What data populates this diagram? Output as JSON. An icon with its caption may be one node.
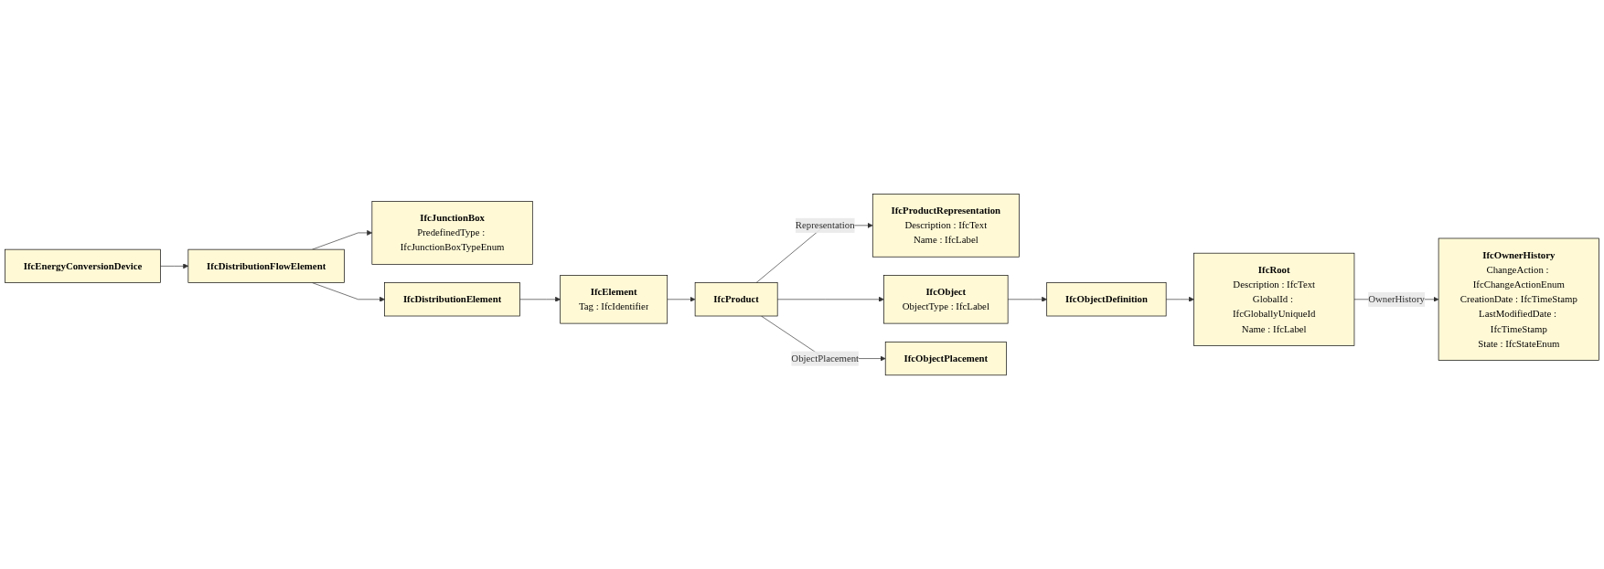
{
  "diagram": {
    "nodes": [
      {
        "text": [
          "IfcEnergyConversionDevice"
        ]
      },
      {
        "text": [
          "IfcDistributionFlowElement"
        ]
      },
      {
        "text": [
          "IfcJunctionBox",
          "PredefinedType : IfcJunctionBoxTypeEnum"
        ]
      },
      {
        "text": [
          "IfcDistributionElement"
        ]
      },
      {
        "text": [
          "IfcOwnerHistory",
          "ChangeAction : IfcChangeActionEnum",
          "CreationDate : IfcTimeStamp",
          "LastModifiedDate : IfcTimeStamp",
          "State : IfcStateEnum"
        ]
      },
      {
        "text": [
          "IfcProductRepresentation",
          "Description : IfcText",
          "Name : IfcLabel"
        ]
      },
      {
        "text": [
          "IfcElement",
          "Tag : IfcIdentifier"
        ]
      },
      {
        "text": [
          "IfcObject",
          "ObjectType : IfcLabel"
        ]
      },
      {
        "text": [
          "IfcRoot",
          "Description : IfcText",
          "GlobalId : IfcGloballyUniqueId",
          "Name : IfcLabel"
        ]
      },
      {
        "text": [
          "IfcProduct"
        ]
      },
      {
        "text": [
          "IfcObjectPlacement"
        ]
      },
      {
        "text": [
          "IfcObjectDefinition"
        ]
      }
    ],
    "edges": [
      {
        "from": 0,
        "to": 1,
        "arrow": "to"
      },
      {
        "from": 1,
        "to": 3,
        "arrow": "to"
      },
      {
        "from": 1,
        "to": 2,
        "arrow": "to"
      },
      {
        "from": 3,
        "to": 6,
        "arrow": "to"
      },
      {
        "from": 6,
        "to": 9,
        "arrow": "to"
      },
      {
        "from": 9,
        "to": 5,
        "arrow": "to",
        "label": "Representation"
      },
      {
        "from": 9,
        "to": 7,
        "arrow": "to"
      },
      {
        "from": 9,
        "to": 10,
        "arrow": "to",
        "label": "ObjectPlacement"
      },
      {
        "from": 7,
        "to": 11,
        "arrow": "to"
      },
      {
        "from": 11,
        "to": 8,
        "arrow": "to"
      },
      {
        "from": 8,
        "to": 4,
        "arrow": "to",
        "label": "OwnerHistory"
      }
    ]
  }
}
